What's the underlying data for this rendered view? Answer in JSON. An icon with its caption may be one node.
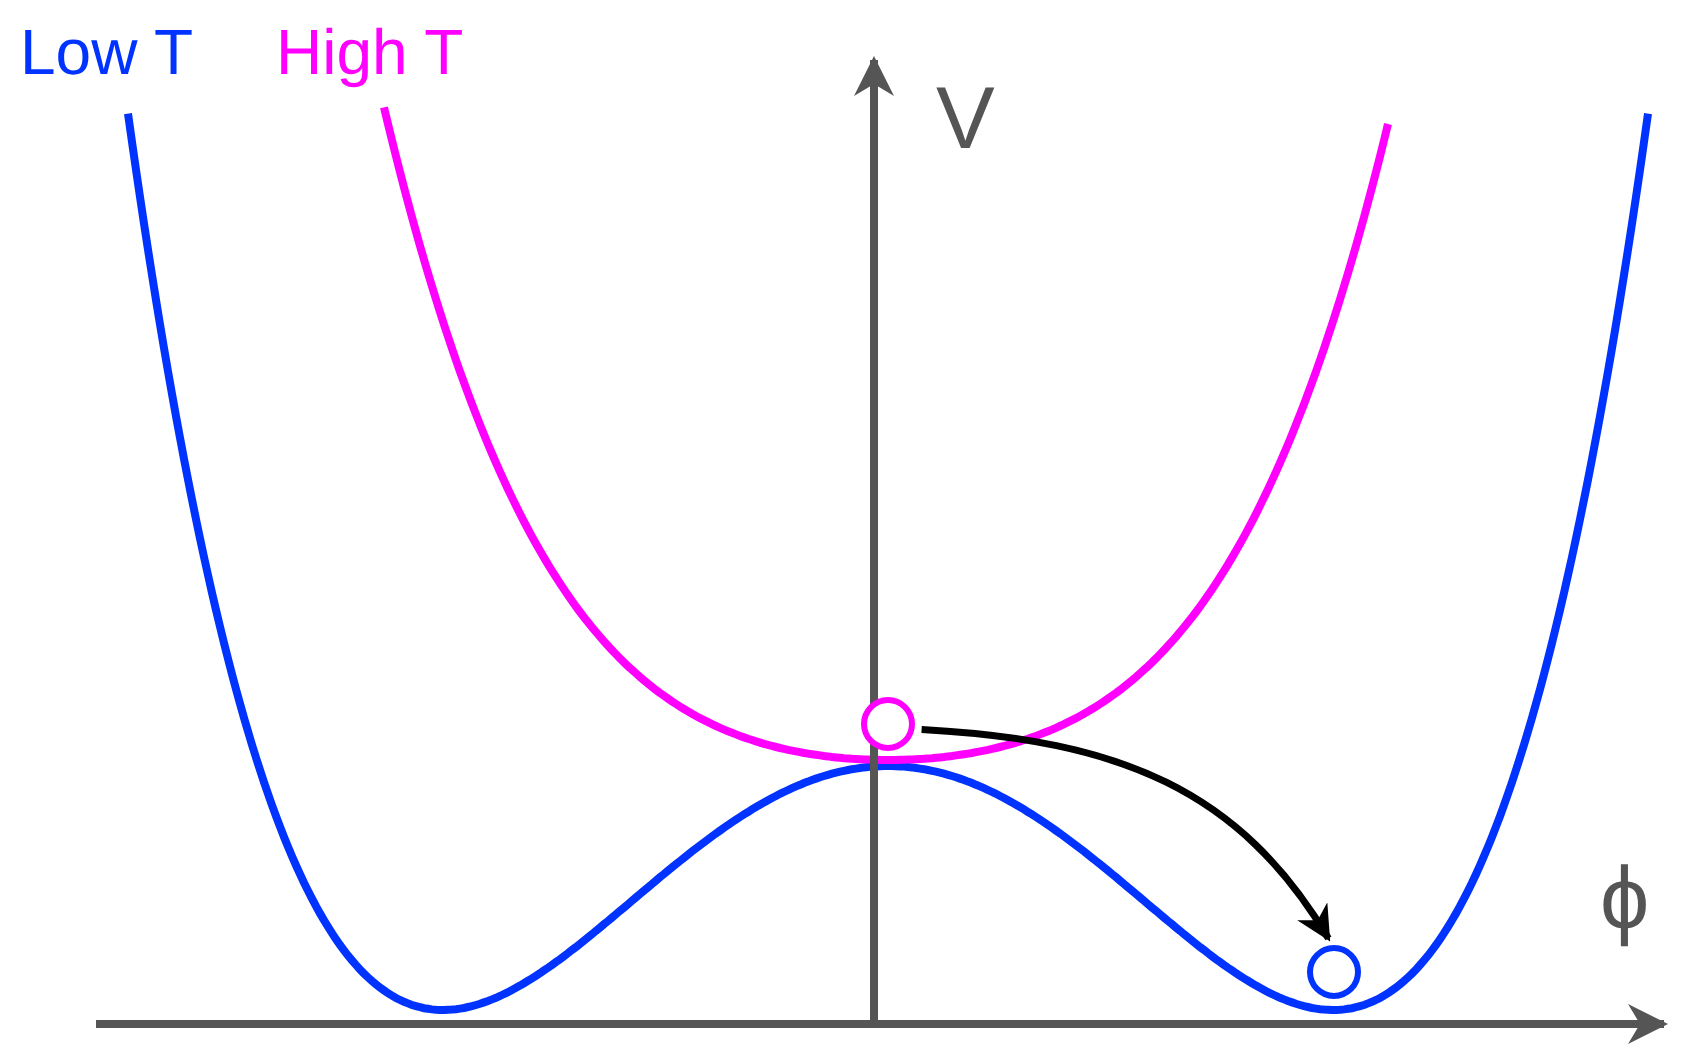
{
  "diagram": {
    "nodes": [
      {
        "text": [],
        "shape": "circle"
      },
      {
        "text": [],
        "shape": "circle"
      }
    ],
    "edges": [
      {
        "from": 0,
        "to": 1,
        "arrow": "to"
      }
    ],
    "labels": [
      "Low T",
      "High T",
      "V",
      "ϕ"
    ]
  }
}
